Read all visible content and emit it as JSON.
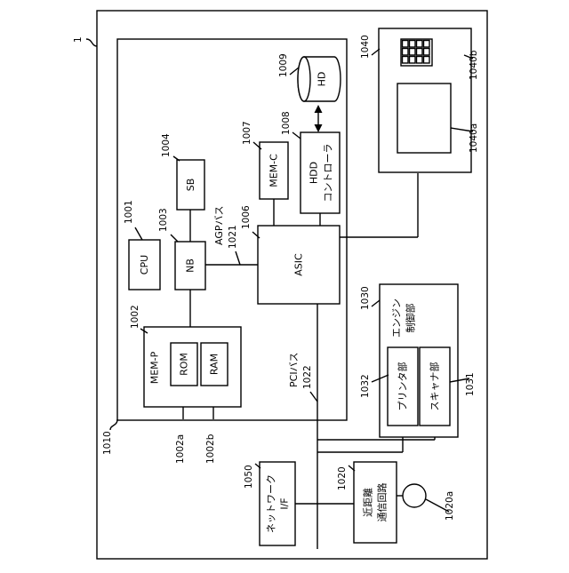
{
  "system_ref": "1",
  "blocks": {
    "controller_ref": "1010",
    "cpu": {
      "label": "CPU",
      "ref": "1001"
    },
    "mem_p": {
      "label": "MEM-P",
      "ref": "1002"
    },
    "rom": {
      "label": "ROM",
      "ref": "1002a"
    },
    "ram": {
      "label": "RAM",
      "ref": "1002b"
    },
    "nb": {
      "label": "NB",
      "ref": "1003"
    },
    "sb": {
      "label": "SB",
      "ref": "1004"
    },
    "agp_bus": {
      "label": "AGPバス",
      "ref": "1021"
    },
    "asic": {
      "label": "ASIC",
      "ref": "1006"
    },
    "mem_c": {
      "label": "MEM-C",
      "ref": "1007"
    },
    "hdd_ctrl": {
      "line1": "HDD",
      "line2": "コントローラ",
      "ref": "1008"
    },
    "hd": {
      "label": "HD",
      "ref": "1009"
    },
    "pci_bus": {
      "label": "PCIバス",
      "ref": "1022"
    },
    "engine": {
      "line1": "エンジン",
      "line2": "制御部",
      "ref": "1030"
    },
    "printer": {
      "label": "プリンタ部",
      "ref": "1032"
    },
    "scanner": {
      "label": "スキャナ部",
      "ref": "1031"
    },
    "panel": {
      "ref": "1040",
      "keys_ref": "1040b",
      "display_ref": "1040a"
    },
    "network_if": {
      "line1": "ネットワーク",
      "line2": "I/F",
      "ref": "1050"
    },
    "nfc": {
      "line1": "近距離",
      "line2": "通信回路",
      "ref": "1020",
      "antenna_ref": "1020a"
    }
  }
}
